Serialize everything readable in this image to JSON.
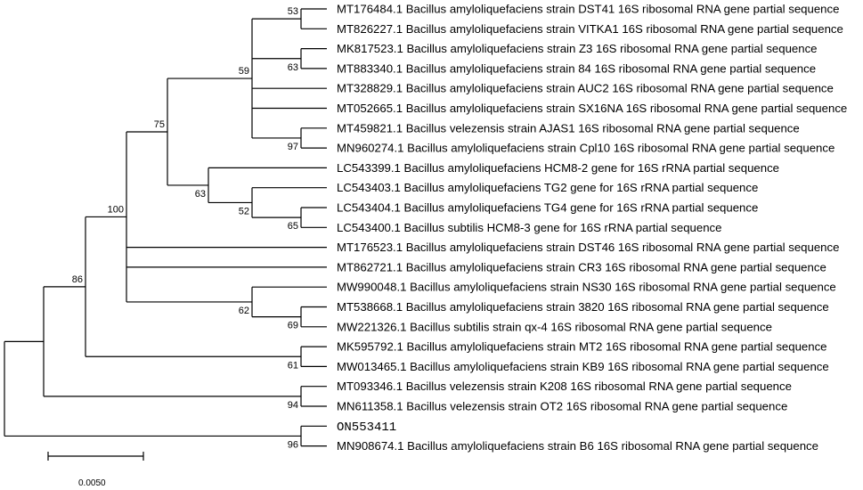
{
  "tree": {
    "taxa": [
      "MT176484.1 Bacillus amyloliquefaciens strain DST41 16S ribosomal RNA gene partial sequence",
      "MT826227.1 Bacillus amyloliquefaciens strain VITKA1 16S ribosomal RNA gene partial sequence",
      "MK817523.1 Bacillus amyloliquefaciens strain Z3 16S ribosomal RNA gene partial sequence",
      "MT883340.1 Bacillus amyloliquefaciens strain 84 16S ribosomal RNA gene partial sequence",
      "MT328829.1 Bacillus amyloliquefaciens strain AUC2 16S ribosomal RNA gene partial sequence",
      "MT052665.1 Bacillus amyloliquefaciens strain SX16NA 16S ribosomal RNA gene partial sequence",
      "MT459821.1 Bacillus velezensis strain AJAS1 16S ribosomal RNA gene partial sequence",
      "MN960274.1 Bacillus amyloliquefaciens strain Cpl10 16S ribosomal RNA gene partial sequence",
      "LC543399.1 Bacillus amyloliquefaciens HCM8-2 gene for 16S rRNA partial sequence",
      "LC543403.1 Bacillus amyloliquefaciens TG2 gene for 16S rRNA partial sequence",
      "LC543404.1 Bacillus amyloliquefaciens TG4 gene for 16S rRNA partial sequence",
      "LC543400.1 Bacillus subtilis HCM8-3 gene for 16S rRNA partial sequence",
      "MT176523.1 Bacillus amyloliquefaciens strain DST46 16S ribosomal RNA gene partial sequence",
      "MT862721.1 Bacillus amyloliquefaciens strain CR3 16S ribosomal RNA gene partial sequence",
      "MW990048.1 Bacillus amyloliquefaciens strain NS30 16S ribosomal RNA gene partial sequence",
      "MT538668.1 Bacillus amyloliquefaciens strain 3820 16S ribosomal RNA gene partial sequence",
      "MW221326.1 Bacillus subtilis strain qx-4 16S ribosomal RNA gene partial sequence",
      "MK595792.1 Bacillus amyloliquefaciens strain MT2 16S ribosomal RNA gene partial sequence",
      "MW013465.1 Bacillus amyloliquefaciens strain KB9 16S ribosomal RNA gene partial sequence",
      "MT093346.1 Bacillus velezensis strain K208 16S ribosomal RNA gene partial sequence",
      "MN611358.1 Bacillus velezensis strain OT2 16S ribosomal RNA gene partial sequence",
      "ON553411",
      "MN908674.1 Bacillus amyloliquefaciens strain B6 16S ribosomal RNA gene partial sequence"
    ],
    "query_taxon": "ON553411",
    "bootstrap": {
      "dst41_vitka1": "53",
      "z3_84": "63",
      "clade_top8": "59",
      "clade_top12": "75",
      "hcm8_clade": "63",
      "tg_clade": "52",
      "tg4_hcm83": "65",
      "big_clade": "100",
      "ns30_3820_qx4": "62",
      "cpl10_ajas1": "97",
      "c3820_qx4": "69",
      "mt2_kb9": "61",
      "ingroup": "86",
      "k208_ot2": "94",
      "on553411_b6": "96"
    },
    "scale_bar": {
      "value": "0.0050"
    }
  }
}
